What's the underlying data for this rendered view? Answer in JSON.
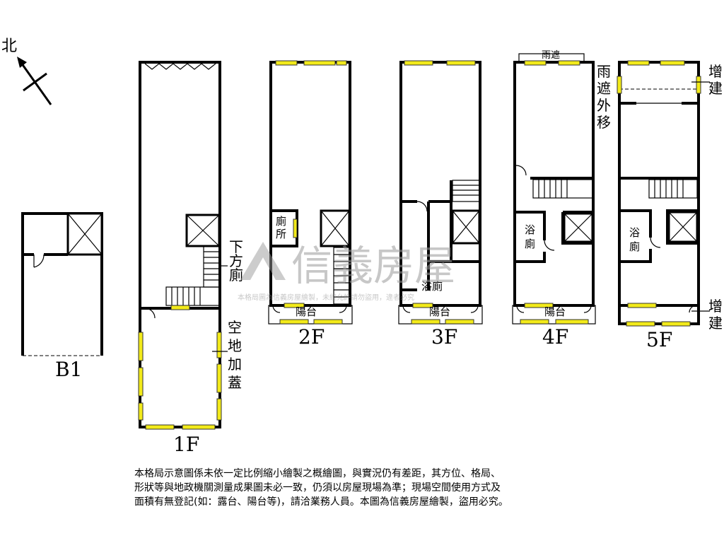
{
  "compass": {
    "label": "北",
    "icon": "north-arrow-icon"
  },
  "floors": {
    "b1": {
      "label": "B1"
    },
    "f1": {
      "label": "1F",
      "room_toilet": "下方廁",
      "side_note": "空地加蓋"
    },
    "f2": {
      "label": "2F",
      "room_toilet": "廁所",
      "balcony": "陽台"
    },
    "f3": {
      "label": "3F",
      "room_bath": "浴廁",
      "balcony": "陽台"
    },
    "f4": {
      "label": "4F",
      "canopy": "雨遮",
      "side_note": "雨遮外移",
      "room_bath": "浴廁",
      "balcony": "陽台"
    },
    "f5": {
      "label": "5F",
      "room_bath": "浴廁",
      "addition_top": "增建",
      "addition_bottom": "增建"
    }
  },
  "watermark": {
    "brand": "信義房屋",
    "subtext": "本格局圖為信義房屋繪製，未經允許請勿盜用，違者必究"
  },
  "colors": {
    "window": "#f2ea1a",
    "wall": "#000000",
    "watermark": "#9a9a9a"
  },
  "notes": [
    "本格局示意圖係未依一定比例縮小繪製之概繪圖，與實況仍有差距，其方位、格局、",
    "形狀等與地政機關測量成果圖未必一致，仍須以房屋現場為準；現場空間使用方式及",
    "面積有無登記(如：露台、陽台等)，請洽業務人員。本圖為信義房屋繪製，盜用必究。"
  ]
}
